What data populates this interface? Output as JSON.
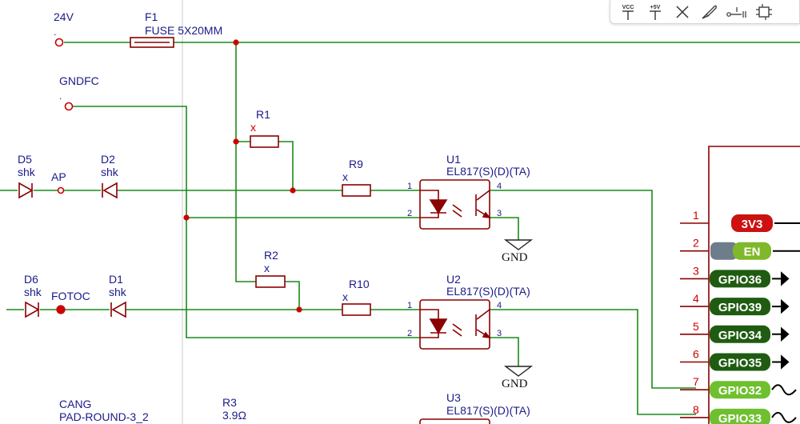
{
  "toolbar": {
    "vcc_label": "VCC",
    "plus5v_label": "+5V"
  },
  "components": {
    "v24": "24V",
    "v24_dot": ".",
    "gndfc": "GNDFC",
    "gndfc_dot": ".",
    "f1_ref": "F1",
    "f1_val": "FUSE 5X20MM",
    "r1_ref": "R1",
    "r1_val": "x",
    "r2_ref": "R2",
    "r2_val": "x",
    "r9_ref": "R9",
    "r9_val": "x",
    "r10_ref": "R10",
    "r10_val": "x",
    "r3_ref": "R3",
    "r3_val": "3.9Ω",
    "d5_ref": "D5",
    "d5_val": "shk",
    "d2_ref": "D2",
    "d2_val": "shk",
    "d6_ref": "D6",
    "d6_val": "shk",
    "d1_ref": "D1",
    "d1_val": "shk",
    "ap": "AP",
    "fotoc": "FOTOC",
    "u1_ref": "U1",
    "u1_val": "EL817(S)(D)(TA)",
    "u2_ref": "U2",
    "u2_val": "EL817(S)(D)(TA)",
    "u3_ref": "U3",
    "u3_val": "EL817(S)(D)(TA)",
    "cang_ref": "CANG",
    "cang_val": "PAD-ROUND-3_2",
    "gnd1": "GND",
    "gnd2": "GND",
    "pin1": "1",
    "pin2": "2",
    "pin3": "3",
    "pin4": "4"
  },
  "header_pins": [
    {
      "num": "1",
      "label": "3V3"
    },
    {
      "num": "2",
      "label": "EN"
    },
    {
      "num": "3",
      "label": "GPIO36"
    },
    {
      "num": "4",
      "label": "GPIO39"
    },
    {
      "num": "5",
      "label": "GPIO34"
    },
    {
      "num": "6",
      "label": "GPIO35"
    },
    {
      "num": "7",
      "label": "GPIO32"
    },
    {
      "num": "8",
      "label": "GPIO33"
    }
  ],
  "colors": {
    "wire": "#1a8a1a",
    "component": "#8b0000",
    "text": "#1a1a8a",
    "junction": "#cc0000",
    "pin_num": "#cc0000",
    "pwr_badge": "#cc1111",
    "en_badge": "#7fb82a",
    "gpio_dark": "#1f5c12",
    "gpio_light": "#6fc02e"
  }
}
